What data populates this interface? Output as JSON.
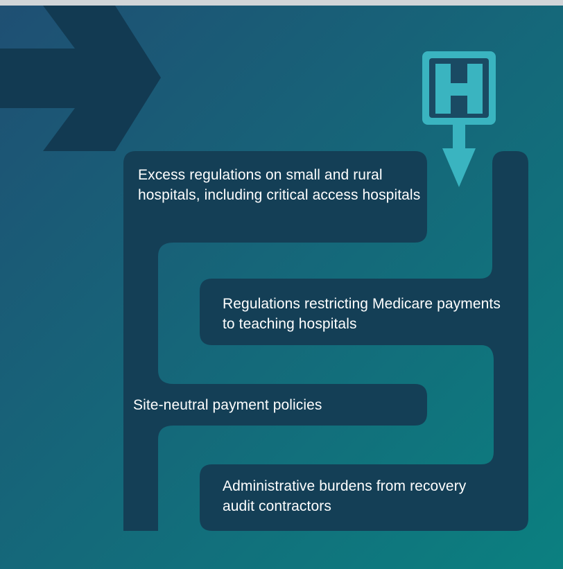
{
  "colors": {
    "background_start": "#1f4f73",
    "background_end": "#0b8080",
    "top_bar": "#d1d5d8",
    "maze": "#143f56",
    "arrow": "#123a52",
    "hospital_icon": "#3ab4c0"
  },
  "hospital_sign": {
    "icon": "hospital-h-icon",
    "letter": "H"
  },
  "barriers": [
    {
      "label": "Excess regulations on small and rural hospitals, including critical access hospitals"
    },
    {
      "label": "Regulations restricting Medicare payments to teaching hospitals"
    },
    {
      "label": "Site-neutral payment policies"
    },
    {
      "label": "Administrative burdens from recovery audit contractors"
    }
  ]
}
